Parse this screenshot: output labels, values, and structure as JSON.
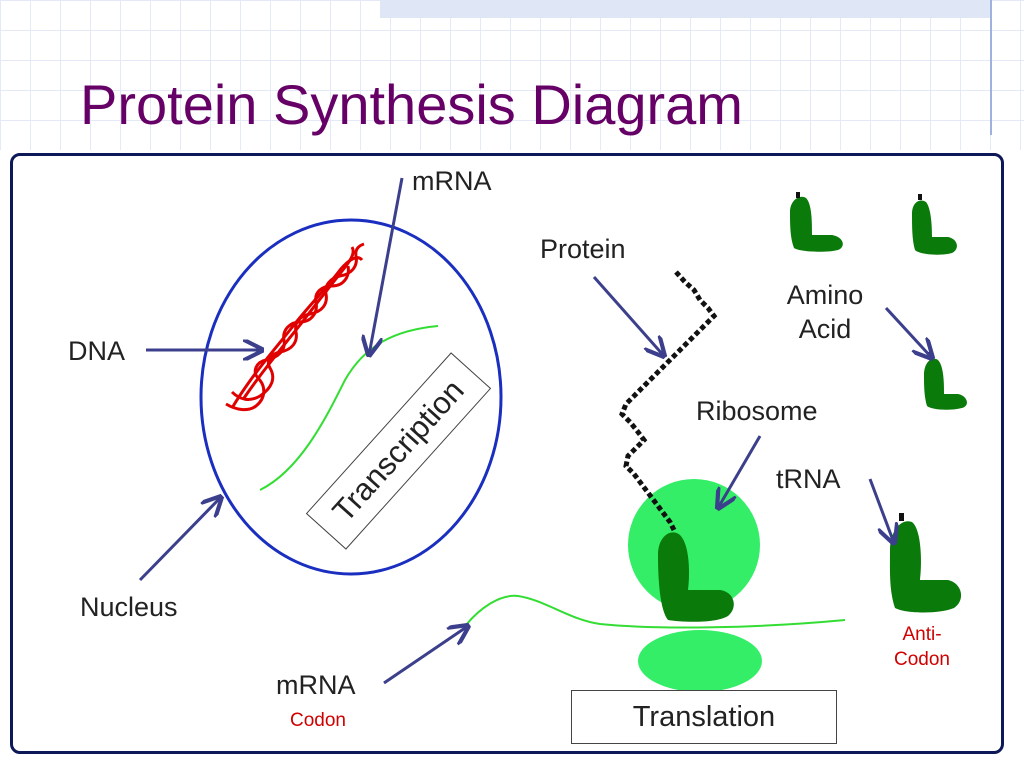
{
  "title": "Protein Synthesis Diagram",
  "labels": {
    "mrna_top": "mRNA",
    "dna": "DNA",
    "nucleus": "Nucleus",
    "transcription": "Transcription",
    "protein": "Protein",
    "amino_acid_line1": "Amino",
    "amino_acid_line2": "Acid",
    "ribosome": "Ribosome",
    "trna": "tRNA",
    "anti_line1": "Anti-",
    "anti_line2": "Codon",
    "mrna_bottom": "mRNA",
    "codon": "Codon",
    "translation": "Translation"
  },
  "colors": {
    "title": "#660066",
    "frame": "#0c1858",
    "arrow": "#3b3f8c",
    "nucleus": "#1a2fbf",
    "dna": "#e00000",
    "mrna": "#33dd33",
    "ribosome": "#33ee66",
    "trna": "#0a7a0a",
    "red_text": "#d00000"
  }
}
